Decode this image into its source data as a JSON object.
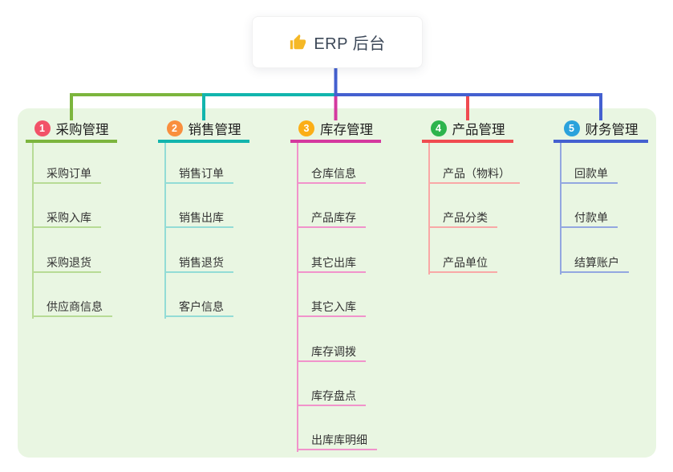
{
  "root": {
    "label": "ERP 后台",
    "icon": "thumbs-up-icon",
    "icon_color": "#f5b826"
  },
  "palette": {
    "page_bg": "#ffffff",
    "panel_bg": "#e9f6e2",
    "root_text": "#3c4858",
    "branch_text": "#1f1f1f",
    "child_text": "#333333",
    "root_link": "#4460d0"
  },
  "branches": [
    {
      "index": "1",
      "label": "采购管理",
      "badge_color": "#f25268",
      "line_color": "#7cb53d",
      "tint_color": "#b7db95",
      "children": [
        "采购订单",
        "采购入库",
        "采购退货",
        "供应商信息"
      ]
    },
    {
      "index": "2",
      "label": "销售管理",
      "badge_color": "#f98f3e",
      "line_color": "#12b5ad",
      "tint_color": "#93dcd6",
      "children": [
        "销售订单",
        "销售出库",
        "销售退货",
        "客户信息"
      ]
    },
    {
      "index": "3",
      "label": "库存管理",
      "badge_color": "#fbae17",
      "line_color": "#d4399f",
      "tint_color": "#f193cb",
      "children": [
        "仓库信息",
        "产品库存",
        "其它出库",
        "其它入库",
        "库存调拨",
        "库存盘点",
        "出库库明细"
      ]
    },
    {
      "index": "4",
      "label": "产品管理",
      "badge_color": "#2db44d",
      "line_color": "#f04b50",
      "tint_color": "#f9a8a6",
      "children": [
        "产品（物料）",
        "产品分类",
        "产品单位"
      ]
    },
    {
      "index": "5",
      "label": "财务管理",
      "badge_color": "#2aa2dc",
      "line_color": "#4460d0",
      "tint_color": "#93a7e0",
      "children": [
        "回款单",
        "付款单",
        "结算账户"
      ]
    }
  ]
}
